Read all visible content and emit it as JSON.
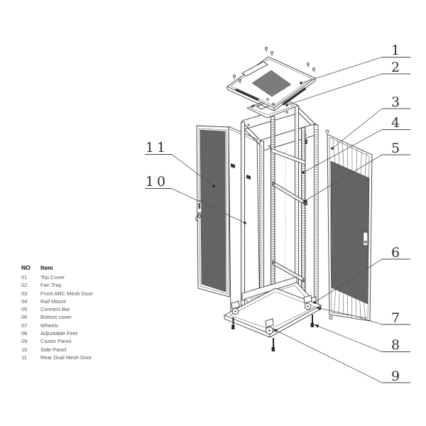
{
  "legend": {
    "header": {
      "no": "NO",
      "item": "Item"
    },
    "rows": [
      {
        "no": "01",
        "item": "Top Cover"
      },
      {
        "no": "02",
        "item": "Fan Tray"
      },
      {
        "no": "03",
        "item": "Front ARC Mesh Door"
      },
      {
        "no": "04",
        "item": "Rail Mount"
      },
      {
        "no": "05",
        "item": "Connect Bar"
      },
      {
        "no": "06",
        "item": "Bottom cover"
      },
      {
        "no": "07",
        "item": "Wheels"
      },
      {
        "no": "08",
        "item": "Adjustable Feet"
      },
      {
        "no": "09",
        "item": "Castor Panel"
      },
      {
        "no": "10",
        "item": "Side Panel"
      },
      {
        "no": "11",
        "item": "Rear Dual Mesh Door"
      }
    ]
  },
  "callouts": [
    {
      "label": "1"
    },
    {
      "label": "2"
    },
    {
      "label": "3"
    },
    {
      "label": "4"
    },
    {
      "label": "5"
    },
    {
      "label": "6"
    },
    {
      "label": "7"
    },
    {
      "label": "8"
    },
    {
      "label": "9"
    },
    {
      "label": "10"
    },
    {
      "label": "11"
    }
  ],
  "colors": {
    "line": "#3a3a3a",
    "mesh": "#6e6e6e",
    "background": "#ffffff"
  }
}
